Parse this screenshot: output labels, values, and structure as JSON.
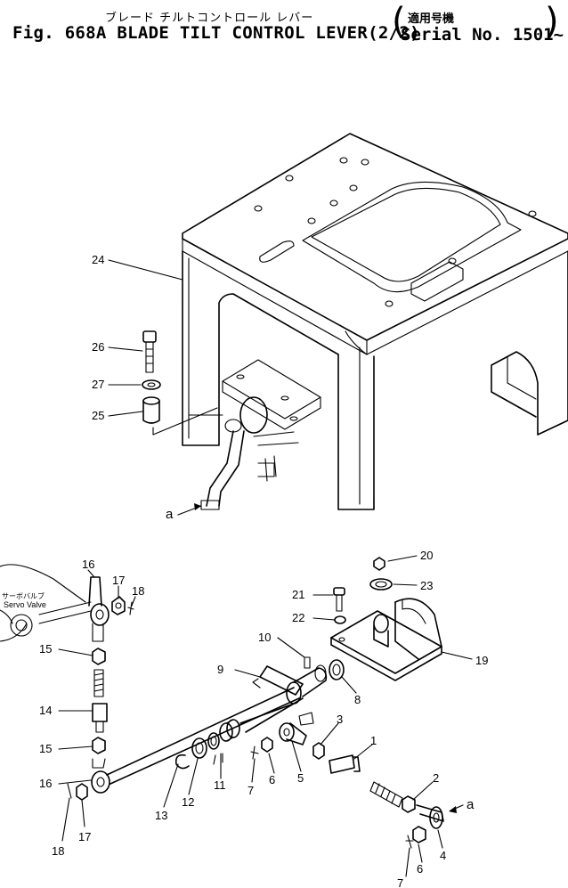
{
  "header": {
    "japanese_title": "ブレード チルトコントロール レバー",
    "title": "Fig. 668A BLADE TILT CONTROL LEVER(2/2)",
    "serial_japanese": "適用号機",
    "serial": "Serial No. 1501~"
  },
  "labels": {
    "servo_valve_jp": "サーボバルブ",
    "servo_valve": "Servo Valve",
    "a_ref": "a"
  },
  "callouts": [
    "1",
    "2",
    "3",
    "4",
    "5",
    "6",
    "7",
    "8",
    "9",
    "10",
    "11",
    "12",
    "13",
    "14",
    "15",
    "16",
    "17",
    "18",
    "19",
    "20",
    "21",
    "22",
    "23",
    "24",
    "25",
    "26",
    "27"
  ]
}
